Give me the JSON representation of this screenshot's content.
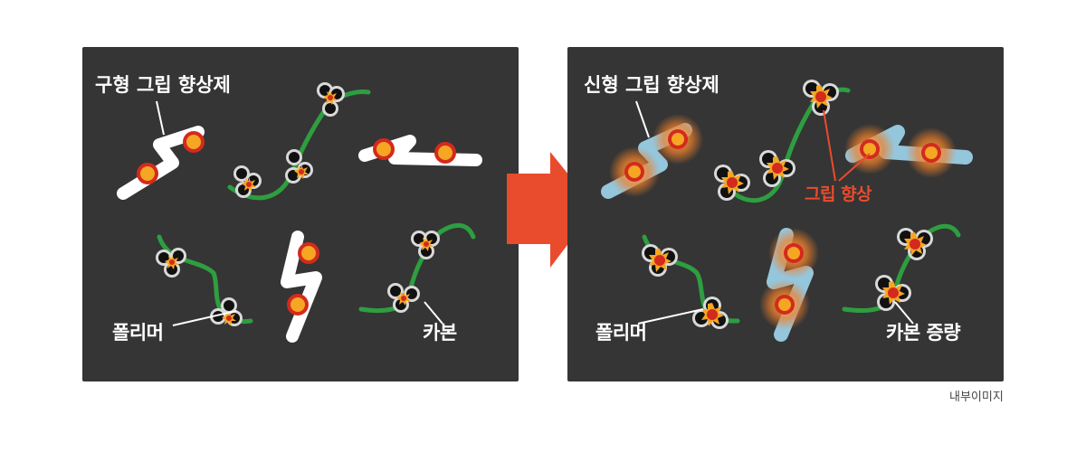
{
  "panels": {
    "before": {
      "title": "구형 그립 향상제",
      "polymer_label": "폴리머",
      "carbon_label": "카본"
    },
    "after": {
      "title": "신형 그립 향상제",
      "grip_label": "그립 향상",
      "polymer_label": "폴리머",
      "carbon_label": "카본 증량"
    }
  },
  "source_caption": "내부이미지",
  "colors": {
    "panel_bg": "#353535",
    "arrow": "#e94b2d",
    "polymer_green": "#2e9e40",
    "agent_white": "#ffffff",
    "agent_glow_blue": "#9ed6ee",
    "particle_orange": "#f5a623",
    "particle_red": "#d42a1e",
    "accent_red": "#e94b2d"
  }
}
